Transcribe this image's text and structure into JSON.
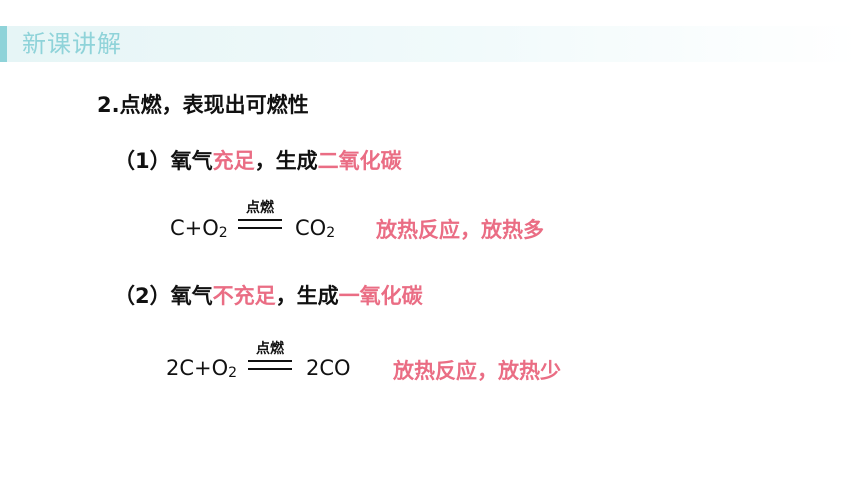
{
  "header": {
    "title": "新课讲解"
  },
  "content": {
    "heading": "2.点燃，表现出可燃性",
    "case1": {
      "prefix": "（1）氧气",
      "cond": "充足",
      "mid": "，生成",
      "product": "二氧化碳",
      "eq_left": "C+O",
      "eq_left_sub": "2",
      "eq_condition": "点燃",
      "eq_right": "CO",
      "eq_right_sub": "2",
      "note": "放热反应，放热多"
    },
    "case2": {
      "prefix": "（2）氧气",
      "cond": "不充足",
      "mid": "，生成",
      "product": "一氧化碳",
      "eq_left": "2C+O",
      "eq_left_sub": "2",
      "eq_condition": "点燃",
      "eq_right": "2CO",
      "note": "放热反应，放热少"
    }
  },
  "colors": {
    "accent": "#8fd3d9",
    "highlight": "#ea6d84",
    "text": "#111111"
  }
}
